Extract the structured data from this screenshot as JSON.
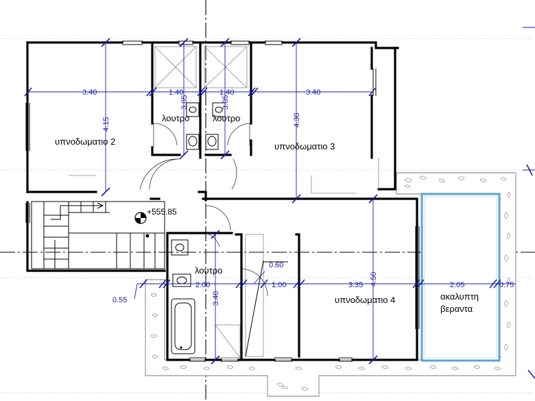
{
  "rooms": {
    "bedroom2": "υπνοδωματιο 2",
    "bath1": "λουτρο",
    "bath2": "λουτρο",
    "bedroom3": "υπνοδωματιο 3",
    "bath3": "λουτρο",
    "bedroom4": "υπνοδωματιο 4",
    "terrace_line1": "ακαλυπτη",
    "terrace_line2": "βεραντα"
  },
  "level": "+555.85",
  "dimensions": {
    "top_340_left": "3.40",
    "top_140_a": "1.40",
    "top_140_b": "1.40",
    "top_340_right": "3.40",
    "v_415": "4.15",
    "v_305_a": "3.05",
    "v_305_b": "3.05",
    "v_430": "4.30",
    "v_450": "4.50",
    "v_340": "3.40",
    "d_060": "0.60",
    "d_055": "0.55",
    "d_200": "2.00",
    "d_100": "1.00",
    "d_335": "3.35",
    "d_205": "2.05",
    "d_075": "0.75"
  }
}
